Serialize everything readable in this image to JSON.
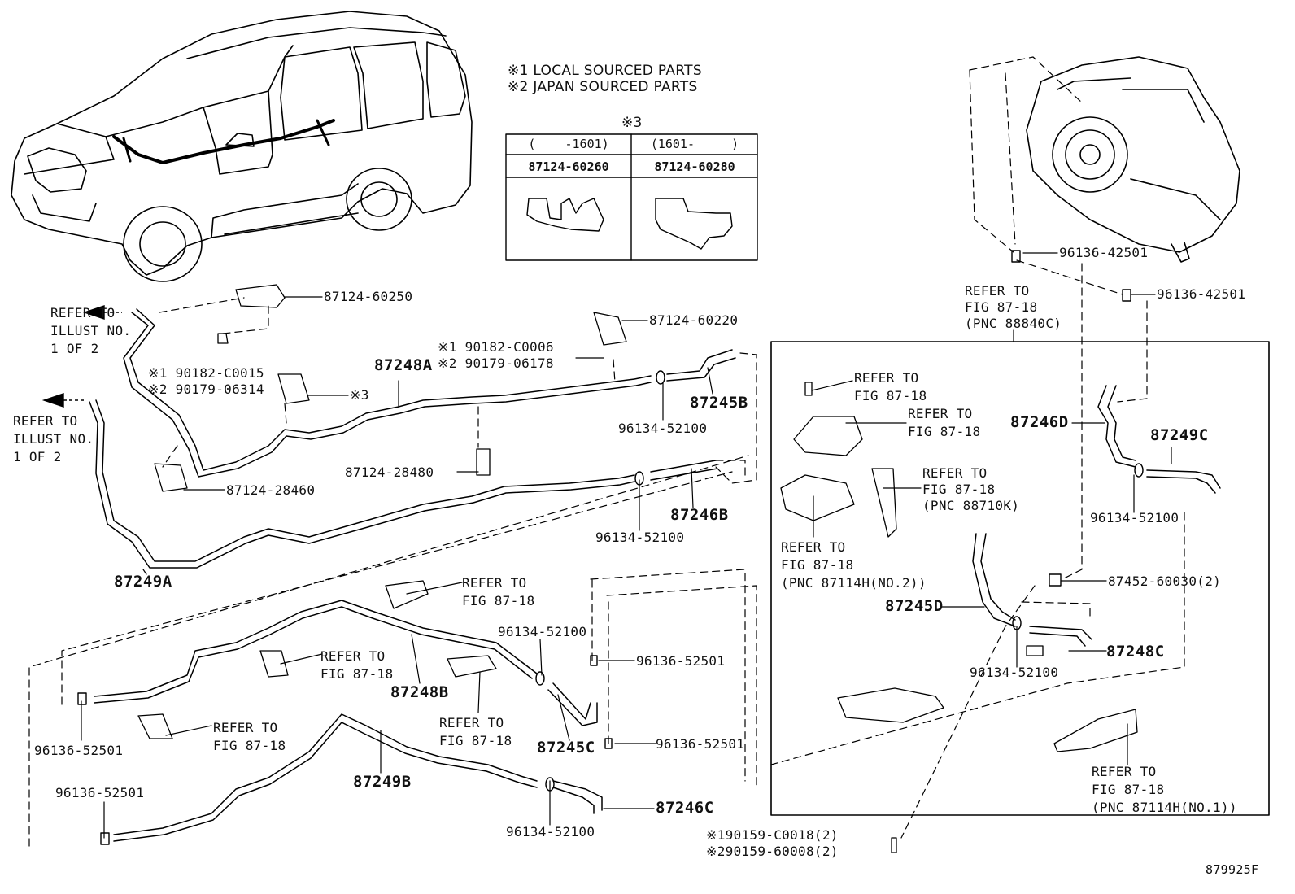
{
  "notes": {
    "note1": "※1 LOCAL SOURCED PARTS",
    "note2": "※2 JAPAN SOURCED PARTS",
    "table_marker": "※3"
  },
  "variant_table": {
    "col1_range": "(    -1601)",
    "col2_range": "(1601-     )",
    "col1_part": "87124-60260",
    "col2_part": "87124-60280"
  },
  "labels": {
    "p87124_60250": "87124-60250",
    "p87124_60220": "87124-60220",
    "p90182_c0015": "※1 90182-C0015",
    "p90179_06314": "※2 90179-06314",
    "p90182_c0006": "※1 90182-C0006",
    "p90179_06178": "※2 90179-06178",
    "x3": "※3",
    "p87248a": "87248A",
    "p87245b": "87245B",
    "p96134_52100_a": "96134-52100",
    "p87124_28480": "87124-28480",
    "p87124_28460": "87124-28460",
    "p87246b": "87246B",
    "p96134_52100_b": "96134-52100",
    "p87249a": "87249A",
    "refer_illust_1": "REFER TO\nILLUST NO.\n1 OF 2",
    "refer_illust_2": "REFER TO\nILLUST NO.\n1 OF 2",
    "p96136_42501_a": "96136-42501",
    "p96136_42501_b": "96136-42501",
    "refer_88840c": "REFER TO\nFIG 87-18\n(PNC 88840C)",
    "refer_r1": "REFER TO\nFIG 87-18",
    "refer_r2": "REFER TO\nFIG 87-18",
    "refer_88710k": "REFER TO\nFIG 87-18\n(PNC 88710K)",
    "refer_87114h_2": "REFER TO\nFIG 87-18\n(PNC 87114H(NO.2))",
    "p87246d": "87246D",
    "p87249c": "87249C",
    "p96134_52100_c": "96134-52100",
    "p87452_60030": "87452-60030(2)",
    "p87245d": "87245D",
    "p96134_52100_d": "96134-52100",
    "p87248c": "87248C",
    "refer_87114h_1": "REFER TO\nFIG 87-18\n(PNC 87114H(NO.1))",
    "x1_90159": "※190159-C0018(2)",
    "x2_90159": "※290159-60008(2)",
    "refer_l1": "REFER TO\nFIG 87-18",
    "refer_l2": "REFER TO\nFIG 87-18",
    "refer_l3": "REFER TO\nFIG 87-18",
    "refer_l4": "REFER TO\nFIG 87-18",
    "p96134_52100_e": "96134-52100",
    "p96136_52501_a": "96136-52501",
    "p87248b": "87248B",
    "p96136_52501_b": "96136-52501",
    "p87245c": "87245C",
    "p96136_52501_c": "96136-52501",
    "p96136_52501_d": "96136-52501",
    "p87249b": "87249B",
    "p87246c": "87246C",
    "p96134_52100_f": "96134-52100",
    "figure_id": "879925F"
  }
}
